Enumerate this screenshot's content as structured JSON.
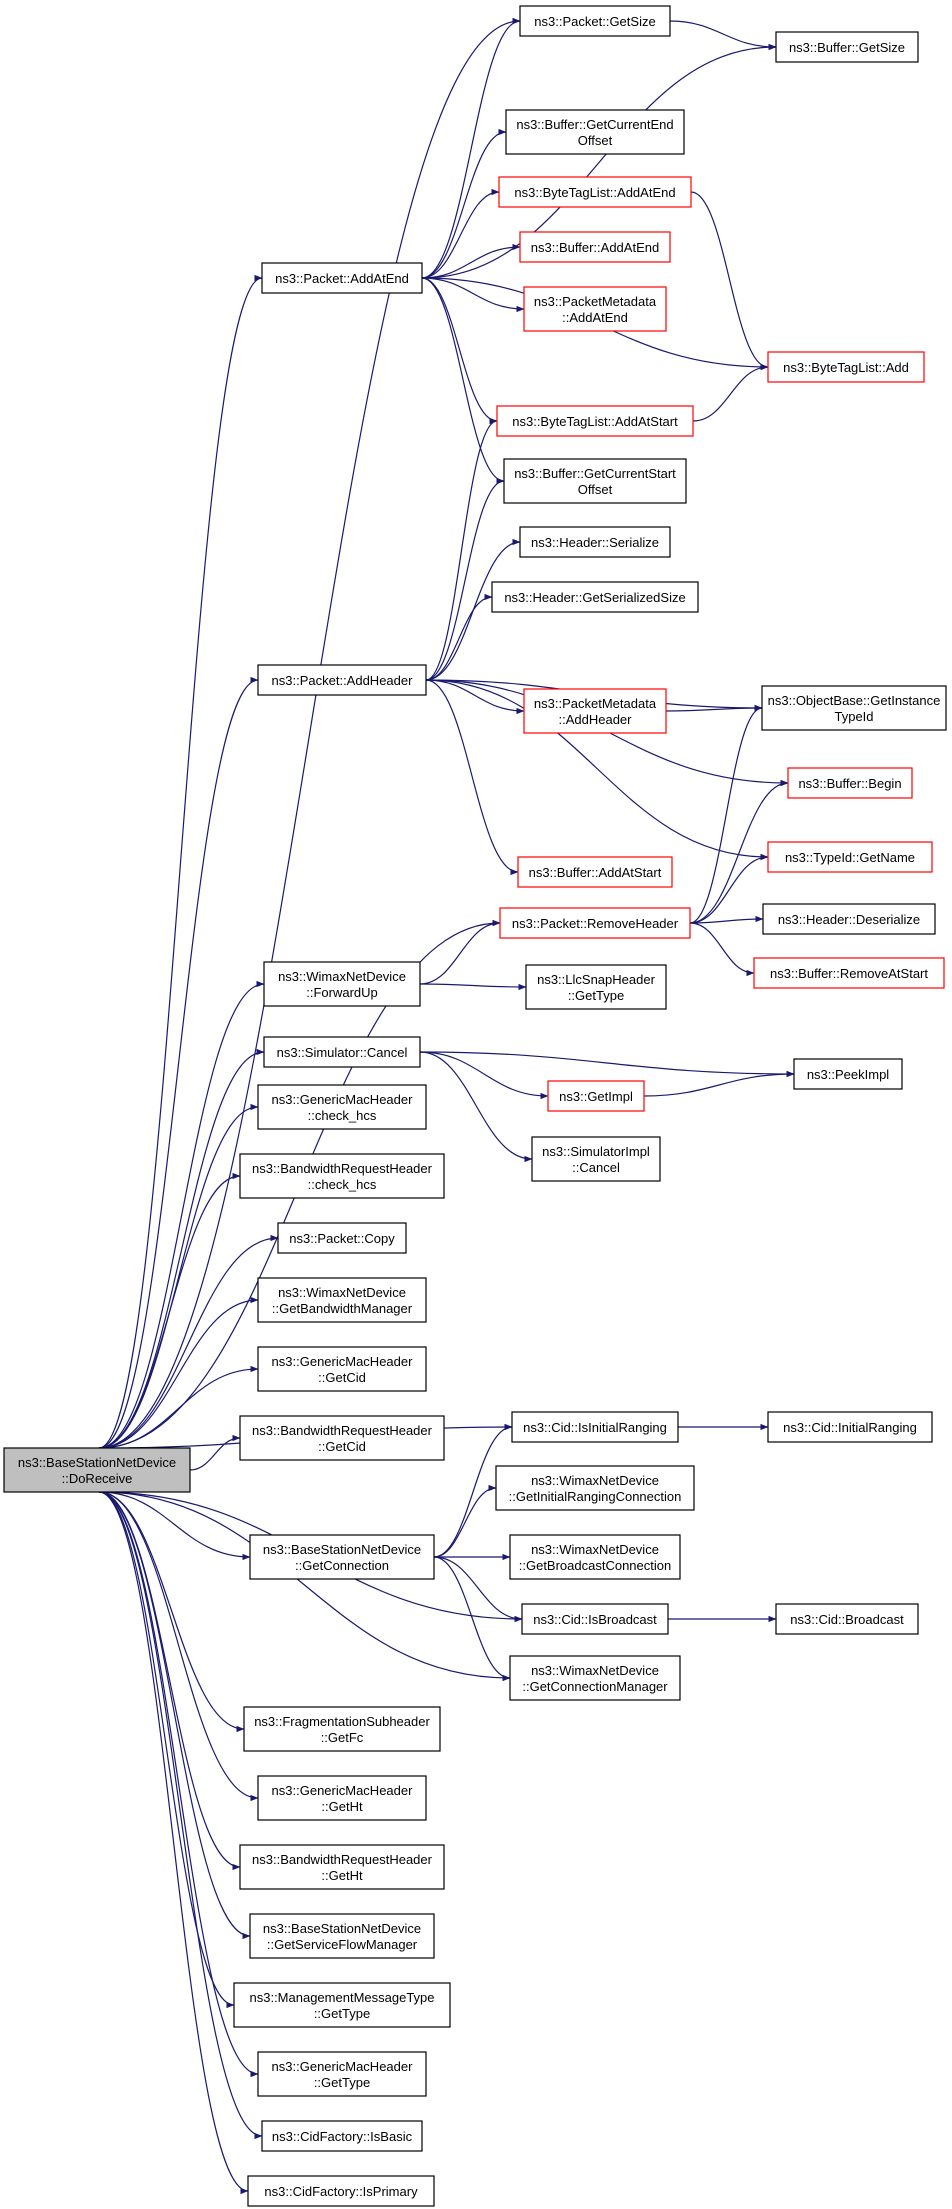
{
  "colors": {
    "edge": "#191970",
    "node_border": "#000000",
    "node_border_truncated": "#ff0000",
    "root_fill": "#bfbfbf",
    "node_fill": "#ffffff"
  },
  "nodes": [
    {
      "id": "root",
      "lines": [
        "ns3::BaseStationNetDevice",
        "::DoReceive"
      ],
      "style": "root"
    },
    {
      "id": "packet_addatend",
      "lines": [
        "ns3::Packet::AddAtEnd"
      ],
      "style": "normal"
    },
    {
      "id": "packet_getsize",
      "lines": [
        "ns3::Packet::GetSize"
      ],
      "style": "normal"
    },
    {
      "id": "buffer_getsize",
      "lines": [
        "ns3::Buffer::GetSize"
      ],
      "style": "normal"
    },
    {
      "id": "buffer_getcurrentendoffset",
      "lines": [
        "ns3::Buffer::GetCurrentEnd",
        "Offset"
      ],
      "style": "normal"
    },
    {
      "id": "bytetaglist_addatend",
      "lines": [
        "ns3::ByteTagList::AddAtEnd"
      ],
      "style": "red"
    },
    {
      "id": "buffer_addatend",
      "lines": [
        "ns3::Buffer::AddAtEnd"
      ],
      "style": "red"
    },
    {
      "id": "packetmetadata_addatend",
      "lines": [
        "ns3::PacketMetadata",
        "::AddAtEnd"
      ],
      "style": "red"
    },
    {
      "id": "bytetaglist_add",
      "lines": [
        "ns3::ByteTagList::Add"
      ],
      "style": "red"
    },
    {
      "id": "bytetaglist_addatstart",
      "lines": [
        "ns3::ByteTagList::AddAtStart"
      ],
      "style": "red"
    },
    {
      "id": "buffer_getcurrentstartoffset",
      "lines": [
        "ns3::Buffer::GetCurrentStart",
        "Offset"
      ],
      "style": "normal"
    },
    {
      "id": "header_serialize",
      "lines": [
        "ns3::Header::Serialize"
      ],
      "style": "normal"
    },
    {
      "id": "header_getserializedsize",
      "lines": [
        "ns3::Header::GetSerializedSize"
      ],
      "style": "normal"
    },
    {
      "id": "packet_addheader",
      "lines": [
        "ns3::Packet::AddHeader"
      ],
      "style": "normal"
    },
    {
      "id": "packetmetadata_addheader",
      "lines": [
        "ns3::PacketMetadata",
        "::AddHeader"
      ],
      "style": "red"
    },
    {
      "id": "objectbase_getinstancetypeid",
      "lines": [
        "ns3::ObjectBase::GetInstance",
        "TypeId"
      ],
      "style": "normal"
    },
    {
      "id": "buffer_begin",
      "lines": [
        "ns3::Buffer::Begin"
      ],
      "style": "red"
    },
    {
      "id": "buffer_addatstart",
      "lines": [
        "ns3::Buffer::AddAtStart"
      ],
      "style": "red"
    },
    {
      "id": "typeid_getname",
      "lines": [
        "ns3::TypeId::GetName"
      ],
      "style": "red"
    },
    {
      "id": "packet_removeheader",
      "lines": [
        "ns3::Packet::RemoveHeader"
      ],
      "style": "red"
    },
    {
      "id": "header_deserialize",
      "lines": [
        "ns3::Header::Deserialize"
      ],
      "style": "normal"
    },
    {
      "id": "buffer_removeatstart",
      "lines": [
        "ns3::Buffer::RemoveAtStart"
      ],
      "style": "red"
    },
    {
      "id": "wimaxnetdevice_forwardup",
      "lines": [
        "ns3::WimaxNetDevice",
        "::ForwardUp"
      ],
      "style": "normal"
    },
    {
      "id": "llcsnapheader_gettype",
      "lines": [
        "ns3::LlcSnapHeader",
        "::GetType"
      ],
      "style": "normal"
    },
    {
      "id": "simulator_cancel",
      "lines": [
        "ns3::Simulator::Cancel"
      ],
      "style": "normal"
    },
    {
      "id": "getimpl",
      "lines": [
        "ns3::GetImpl"
      ],
      "style": "red"
    },
    {
      "id": "peekimpl",
      "lines": [
        "ns3::PeekImpl"
      ],
      "style": "normal"
    },
    {
      "id": "simulatorimpl_cancel",
      "lines": [
        "ns3::SimulatorImpl",
        "::Cancel"
      ],
      "style": "normal"
    },
    {
      "id": "genericmacheader_check_hcs",
      "lines": [
        "ns3::GenericMacHeader",
        "::check_hcs"
      ],
      "style": "normal"
    },
    {
      "id": "bandwidthrequestheader_check_hcs",
      "lines": [
        "ns3::BandwidthRequestHeader",
        "::check_hcs"
      ],
      "style": "normal"
    },
    {
      "id": "packet_copy",
      "lines": [
        "ns3::Packet::Copy"
      ],
      "style": "normal"
    },
    {
      "id": "wimaxnetdevice_getbandwidthmanager",
      "lines": [
        "ns3::WimaxNetDevice",
        "::GetBandwidthManager"
      ],
      "style": "normal"
    },
    {
      "id": "genericmacheader_getcid",
      "lines": [
        "ns3::GenericMacHeader",
        "::GetCid"
      ],
      "style": "normal"
    },
    {
      "id": "bandwidthrequestheader_getcid",
      "lines": [
        "ns3::BandwidthRequestHeader",
        "::GetCid"
      ],
      "style": "normal"
    },
    {
      "id": "cid_isinitialranging",
      "lines": [
        "ns3::Cid::IsInitialRanging"
      ],
      "style": "normal"
    },
    {
      "id": "cid_initialranging",
      "lines": [
        "ns3::Cid::InitialRanging"
      ],
      "style": "normal"
    },
    {
      "id": "wimaxnetdevice_getinitialrangingconnection",
      "lines": [
        "ns3::WimaxNetDevice",
        "::GetInitialRangingConnection"
      ],
      "style": "normal"
    },
    {
      "id": "basestationnetdevice_getconnection",
      "lines": [
        "ns3::BaseStationNetDevice",
        "::GetConnection"
      ],
      "style": "normal"
    },
    {
      "id": "wimaxnetdevice_getbroadcastconnection",
      "lines": [
        "ns3::WimaxNetDevice",
        "::GetBroadcastConnection"
      ],
      "style": "normal"
    },
    {
      "id": "cid_isbroadcast",
      "lines": [
        "ns3::Cid::IsBroadcast"
      ],
      "style": "normal"
    },
    {
      "id": "cid_broadcast",
      "lines": [
        "ns3::Cid::Broadcast"
      ],
      "style": "normal"
    },
    {
      "id": "wimaxnetdevice_getconnectionmanager",
      "lines": [
        "ns3::WimaxNetDevice",
        "::GetConnectionManager"
      ],
      "style": "normal"
    },
    {
      "id": "fragmentationsubheader_getfc",
      "lines": [
        "ns3::FragmentationSubheader",
        "::GetFc"
      ],
      "style": "normal"
    },
    {
      "id": "genericmacheader_getht",
      "lines": [
        "ns3::GenericMacHeader",
        "::GetHt"
      ],
      "style": "normal"
    },
    {
      "id": "bandwidthrequestheader_getht",
      "lines": [
        "ns3::BandwidthRequestHeader",
        "::GetHt"
      ],
      "style": "normal"
    },
    {
      "id": "basestationnetdevice_getserviceflowmanager",
      "lines": [
        "ns3::BaseStationNetDevice",
        "::GetServiceFlowManager"
      ],
      "style": "normal"
    },
    {
      "id": "managementmessagetype_gettype",
      "lines": [
        "ns3::ManagementMessageType",
        "::GetType"
      ],
      "style": "normal"
    },
    {
      "id": "genericmacheader_gettype",
      "lines": [
        "ns3::GenericMacHeader",
        "::GetType"
      ],
      "style": "normal"
    },
    {
      "id": "cidfactory_isbasic",
      "lines": [
        "ns3::CidFactory::IsBasic"
      ],
      "style": "normal"
    },
    {
      "id": "cidfactory_isprimary",
      "lines": [
        "ns3::CidFactory::IsPrimary"
      ],
      "style": "normal"
    }
  ],
  "edges": [
    {
      "from": "packet_getsize",
      "to": "buffer_getsize"
    },
    {
      "from": "packet_addatend",
      "to": "packet_getsize"
    },
    {
      "from": "packet_addatend",
      "to": "buffer_getsize"
    },
    {
      "from": "packet_addatend",
      "to": "buffer_getcurrentendoffset"
    },
    {
      "from": "packet_addatend",
      "to": "bytetaglist_addatend"
    },
    {
      "from": "packet_addatend",
      "to": "buffer_addatend"
    },
    {
      "from": "packet_addatend",
      "to": "packetmetadata_addatend"
    },
    {
      "from": "packet_addatend",
      "to": "bytetaglist_add"
    },
    {
      "from": "packet_addatend",
      "to": "bytetaglist_addatstart"
    },
    {
      "from": "packet_addatend",
      "to": "buffer_getcurrentstartoffset"
    },
    {
      "from": "bytetaglist_addatend",
      "to": "bytetaglist_add"
    },
    {
      "from": "bytetaglist_addatstart",
      "to": "bytetaglist_add"
    },
    {
      "from": "packet_addheader",
      "to": "bytetaglist_addatstart"
    },
    {
      "from": "packet_addheader",
      "to": "buffer_getcurrentstartoffset"
    },
    {
      "from": "packet_addheader",
      "to": "header_serialize"
    },
    {
      "from": "packet_addheader",
      "to": "header_getserializedsize"
    },
    {
      "from": "packet_addheader",
      "to": "objectbase_getinstancetypeid"
    },
    {
      "from": "packet_addheader",
      "to": "packetmetadata_addheader"
    },
    {
      "from": "packet_addheader",
      "to": "buffer_begin"
    },
    {
      "from": "packet_addheader",
      "to": "typeid_getname"
    },
    {
      "from": "packet_addheader",
      "to": "buffer_addatstart"
    },
    {
      "from": "packetmetadata_addheader",
      "to": "objectbase_getinstancetypeid"
    },
    {
      "from": "packet_removeheader",
      "to": "objectbase_getinstancetypeid"
    },
    {
      "from": "packet_removeheader",
      "to": "buffer_begin"
    },
    {
      "from": "packet_removeheader",
      "to": "typeid_getname"
    },
    {
      "from": "packet_removeheader",
      "to": "header_deserialize"
    },
    {
      "from": "packet_removeheader",
      "to": "buffer_removeatstart"
    },
    {
      "from": "wimaxnetdevice_forwardup",
      "to": "packet_removeheader"
    },
    {
      "from": "wimaxnetdevice_forwardup",
      "to": "llcsnapheader_gettype"
    },
    {
      "from": "simulator_cancel",
      "to": "peekimpl"
    },
    {
      "from": "simulator_cancel",
      "to": "getimpl"
    },
    {
      "from": "simulator_cancel",
      "to": "simulatorimpl_cancel"
    },
    {
      "from": "getimpl",
      "to": "peekimpl"
    },
    {
      "from": "cid_isinitialranging",
      "to": "cid_initialranging"
    },
    {
      "from": "basestationnetdevice_getconnection",
      "to": "cid_isinitialranging"
    },
    {
      "from": "basestationnetdevice_getconnection",
      "to": "wimaxnetdevice_getinitialrangingconnection"
    },
    {
      "from": "basestationnetdevice_getconnection",
      "to": "wimaxnetdevice_getbroadcastconnection"
    },
    {
      "from": "basestationnetdevice_getconnection",
      "to": "cid_isbroadcast"
    },
    {
      "from": "basestationnetdevice_getconnection",
      "to": "wimaxnetdevice_getconnectionmanager"
    },
    {
      "from": "cid_isbroadcast",
      "to": "cid_broadcast"
    },
    {
      "from": "root",
      "to": "packet_getsize"
    },
    {
      "from": "root",
      "to": "packet_addatend"
    },
    {
      "from": "root",
      "to": "packet_addheader"
    },
    {
      "from": "root",
      "to": "packet_removeheader"
    },
    {
      "from": "root",
      "to": "wimaxnetdevice_forwardup"
    },
    {
      "from": "root",
      "to": "simulator_cancel"
    },
    {
      "from": "root",
      "to": "genericmacheader_check_hcs"
    },
    {
      "from": "root",
      "to": "bandwidthrequestheader_check_hcs"
    },
    {
      "from": "root",
      "to": "packet_copy"
    },
    {
      "from": "root",
      "to": "wimaxnetdevice_getbandwidthmanager"
    },
    {
      "from": "root",
      "to": "genericmacheader_getcid"
    },
    {
      "from": "root",
      "to": "bandwidthrequestheader_getcid"
    },
    {
      "from": "root",
      "to": "cid_isinitialranging"
    },
    {
      "from": "root",
      "to": "basestationnetdevice_getconnection"
    },
    {
      "from": "root",
      "to": "cid_isbroadcast"
    },
    {
      "from": "root",
      "to": "wimaxnetdevice_getconnectionmanager"
    },
    {
      "from": "root",
      "to": "fragmentationsubheader_getfc"
    },
    {
      "from": "root",
      "to": "genericmacheader_getht"
    },
    {
      "from": "root",
      "to": "bandwidthrequestheader_getht"
    },
    {
      "from": "root",
      "to": "basestationnetdevice_getserviceflowmanager"
    },
    {
      "from": "root",
      "to": "managementmessagetype_gettype"
    },
    {
      "from": "root",
      "to": "genericmacheader_gettype"
    },
    {
      "from": "root",
      "to": "cidfactory_isbasic"
    },
    {
      "from": "root",
      "to": "cidfactory_isprimary"
    }
  ]
}
